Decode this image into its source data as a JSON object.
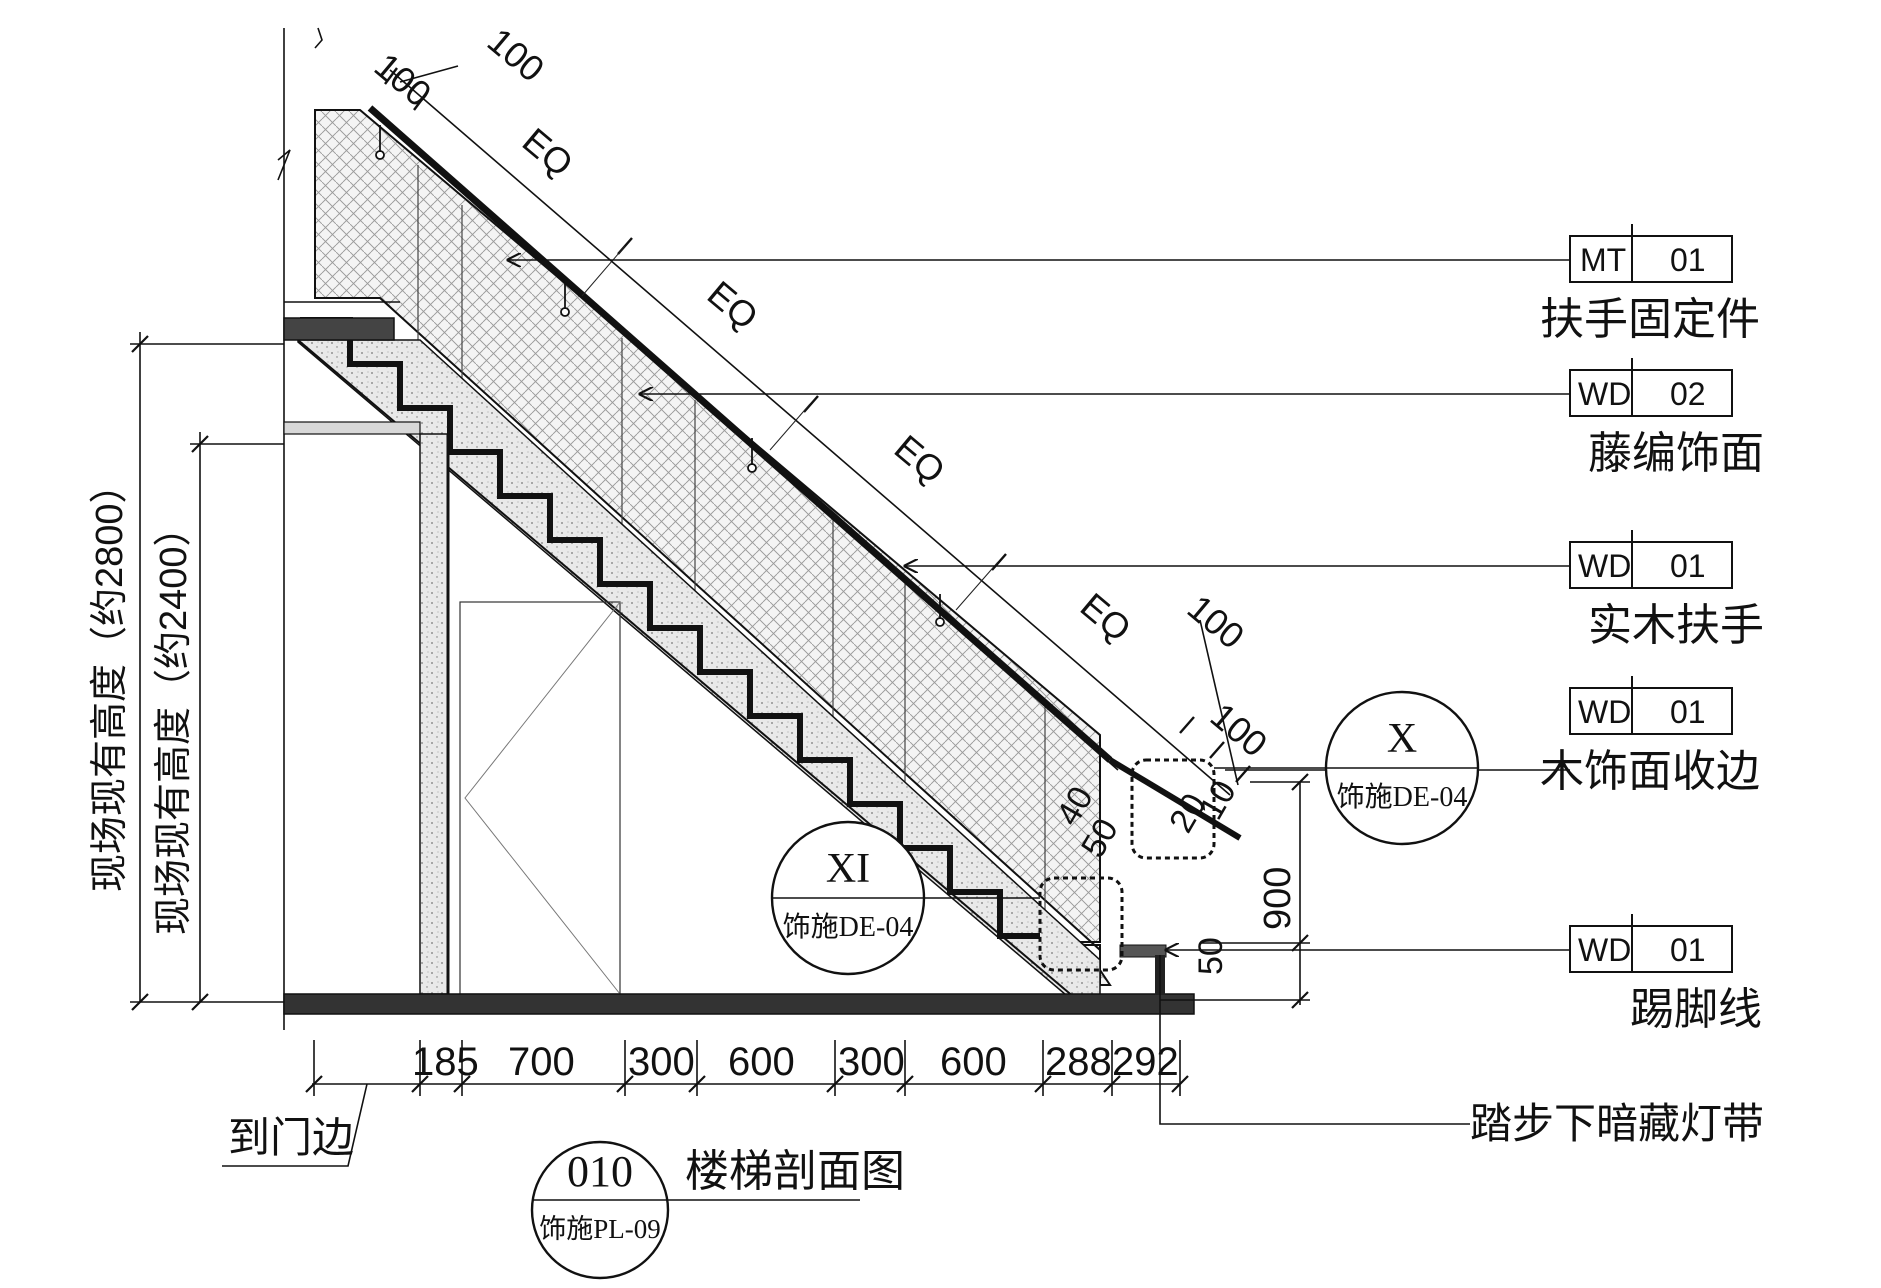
{
  "labels": [
    {
      "code": "MT",
      "num": "01",
      "name": "扶手固定件"
    },
    {
      "code": "WD",
      "num": "02",
      "name": "藤编饰面"
    },
    {
      "code": "WD",
      "num": "01",
      "name": "实木扶手"
    },
    {
      "code": "WD",
      "num": "01",
      "name": "木饰面收边"
    },
    {
      "code": "WD",
      "num": "01",
      "name": "踢脚线"
    }
  ],
  "bottom_dims": [
    "185",
    "700",
    "300",
    "600",
    "300",
    "600",
    "288",
    "292"
  ],
  "slope_dims": [
    "100",
    "100",
    "EQ",
    "EQ",
    "EQ",
    "EQ",
    "100",
    "100"
  ],
  "small_dims": [
    "40",
    "50",
    "20",
    "10",
    "50",
    "900"
  ],
  "vertical_dims": [
    "现场现有高度（约2800）",
    "现场现有高度（约2400）"
  ],
  "door_note": "到门边",
  "light_note": "踏步下暗藏灯带",
  "details": [
    {
      "id": "X",
      "ref": "饰施DE-04"
    },
    {
      "id": "XI",
      "ref": "饰施DE-04"
    }
  ],
  "section": {
    "id": "010",
    "ref": "饰施PL-09",
    "title": "楼梯剖面图"
  }
}
